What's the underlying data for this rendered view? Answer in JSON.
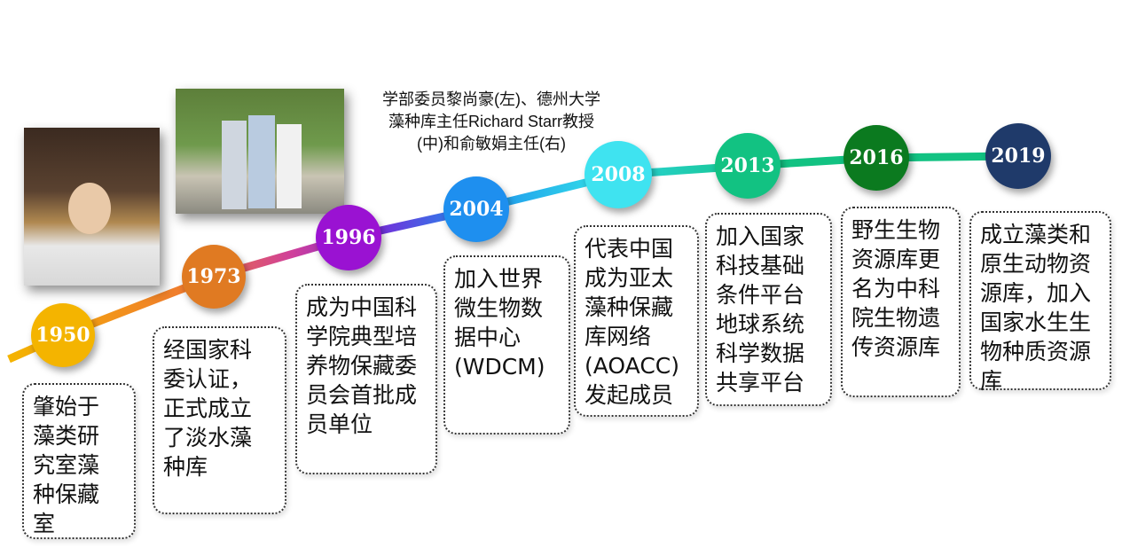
{
  "caption": [
    "学部委员黎尚豪(左)、德州大学",
    "藻种库主任Richard Starr教授",
    "(中)和俞敏娟主任(右)"
  ],
  "colors": {
    "1950": "#F4B400",
    "1973": "#E07A22",
    "1996": "#9A12D2",
    "2004": "#1E8FEF",
    "2008": "#3FE3F0",
    "2013": "#12C282",
    "2016": "#0B7A1F",
    "2019": "#1F3A6A"
  },
  "milestones": [
    {
      "year": "1950",
      "lines": [
        "肇始于",
        "藻类研",
        "究室藻",
        "种保藏",
        "室"
      ]
    },
    {
      "year": "1973",
      "lines": [
        "经国家科",
        "委认证，",
        "正式成立",
        "了淡水藻",
        "种库"
      ]
    },
    {
      "year": "1996",
      "lines": [
        "成为中国科",
        "学院典型培",
        "养物保藏委",
        "员会首批成",
        "员单位"
      ]
    },
    {
      "year": "2004",
      "lines": [
        "加入世界",
        "微生物数",
        "据中心",
        "(WDCM)"
      ]
    },
    {
      "year": "2008",
      "lines": [
        "代表中国",
        "成为亚太",
        "藻种保藏",
        "库网络",
        "(AOACC)",
        "发起成员"
      ]
    },
    {
      "year": "2013",
      "lines": [
        "加入国家",
        "科技基础",
        "条件平台",
        "地球系统",
        "科学数据",
        "共享平台"
      ]
    },
    {
      "year": "2016",
      "lines": [
        "野生生物",
        "资源库更",
        "名为中科",
        "院生物遗",
        "传资源库"
      ]
    },
    {
      "year": "2019",
      "lines": [
        "成立藻类和",
        "原生动物资",
        "源库，加入",
        "国家水生生",
        "物种质资源",
        "库"
      ]
    }
  ]
}
